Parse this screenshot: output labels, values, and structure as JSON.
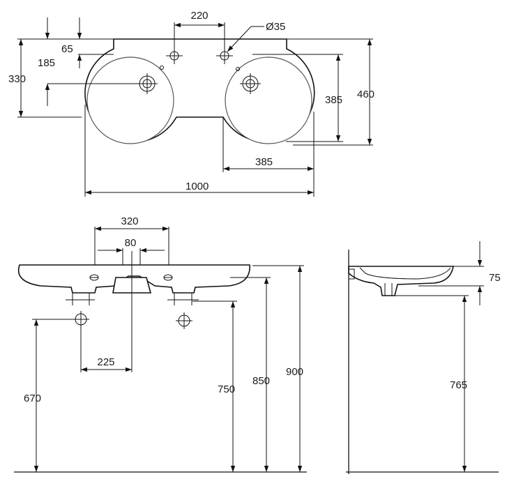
{
  "plan_view": {
    "dimensions": {
      "hole_spacing": "220",
      "hole_diameter": "Ø35",
      "top_65": "65",
      "top_185": "185",
      "left_330": "330",
      "bowl_depth_385": "385",
      "overall_depth_460": "460",
      "bowl_width_385": "385",
      "overall_width_1000": "1000"
    }
  },
  "front_view": {
    "dimensions": {
      "pillar_320": "320",
      "pillar_80": "80",
      "offset_225": "225",
      "height_670": "670",
      "height_750": "750",
      "height_850": "850",
      "height_900": "900"
    }
  },
  "side_view": {
    "dimensions": {
      "depth_75": "75",
      "height_765": "765"
    }
  }
}
